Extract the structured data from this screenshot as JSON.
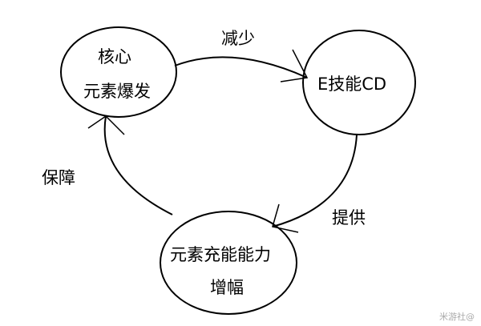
{
  "nodes": {
    "core_line1": "核心",
    "core_line2": "元素爆发",
    "e_skill": "E技能CD",
    "recharge_line1": "元素充能能力",
    "recharge_line2": "增幅"
  },
  "edges": {
    "reduce": "减少",
    "provide": "提供",
    "guarantee": "保障"
  },
  "watermark": "米游社@"
}
